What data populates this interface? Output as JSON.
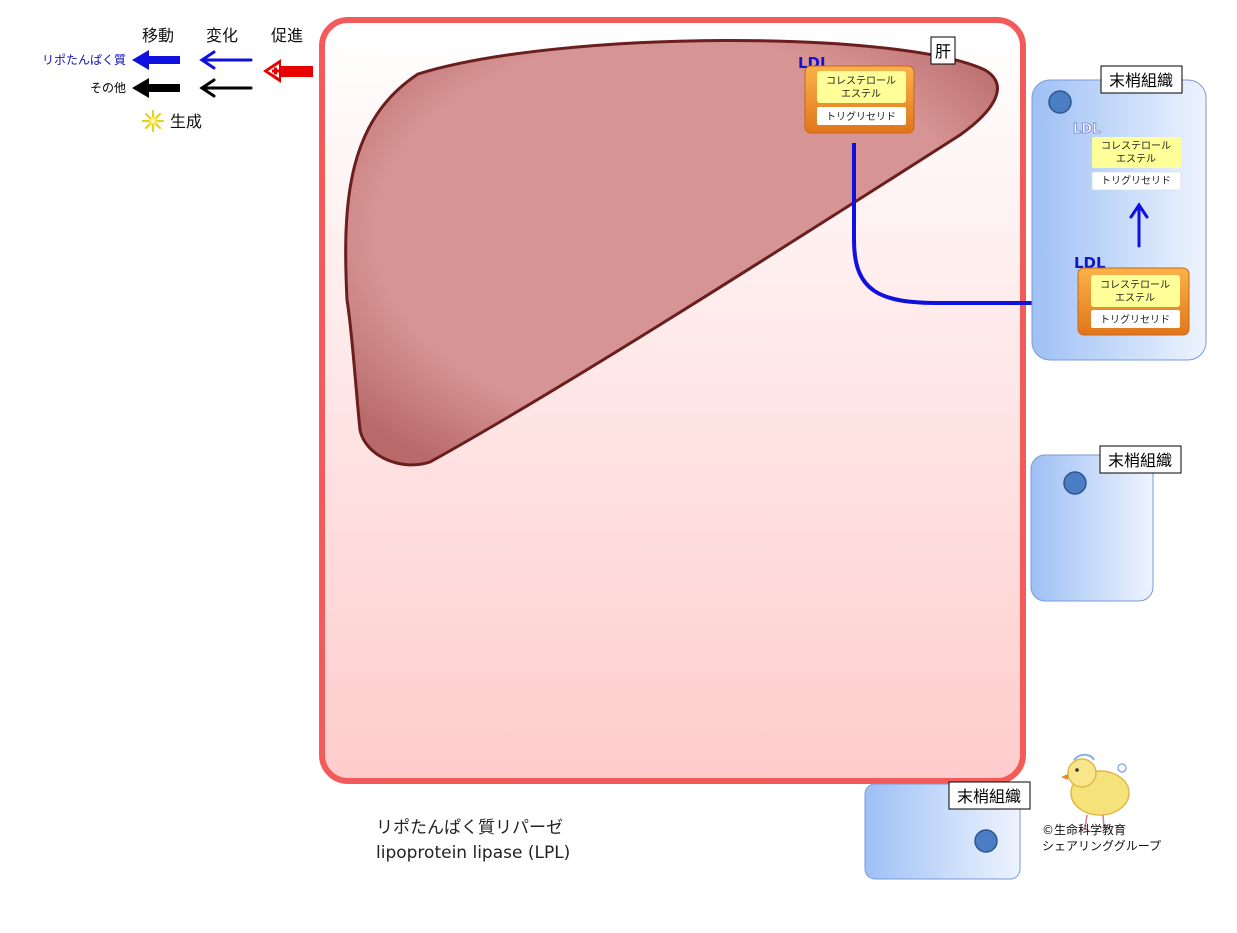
{
  "legend": {
    "col_move": "移動",
    "col_change": "変化",
    "col_promote": "促進",
    "row_lipoprotein": "リポたんぱく質",
    "row_other": "その他",
    "generation": "生成"
  },
  "liver": {
    "label": "肝"
  },
  "ldl": {
    "label": "LDL",
    "cholesterol_line1": "コレステロール",
    "cholesterol_line2": "エステル",
    "triglyceride": "トリグリセリド"
  },
  "peripheral": {
    "label": "末梢組織"
  },
  "caption": {
    "line1": "リポたんぱく質リパーゼ",
    "line2": "lipoprotein lipase (LPL)"
  },
  "credit": {
    "line1": "©生命科学教育",
    "line2": "シェアリンググループ"
  },
  "colors": {
    "lipoprotein_arrow": "#1010e0",
    "other_arrow": "#000000",
    "promote_arrow": "#e00000",
    "liver_fill": "#d79494",
    "liver_border": "#6a1e1e",
    "frame_border": "#f35a5a",
    "ldl_orange": "#f08a1e",
    "ldl_yellow": "#ffff9a"
  }
}
